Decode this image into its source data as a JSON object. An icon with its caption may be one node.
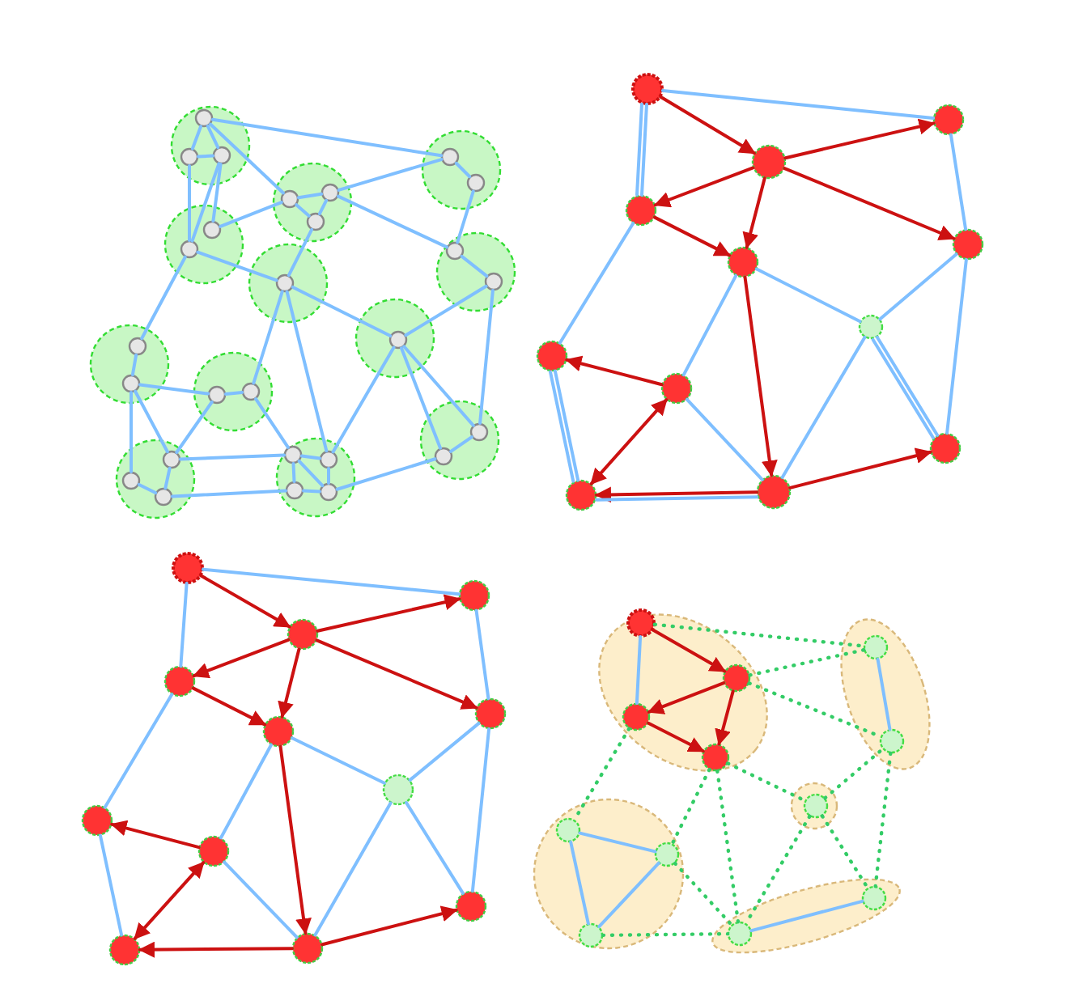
{
  "diagram": {
    "nodes": [
      {
        "text": [],
        "shape": "circle"
      },
      {
        "text": [],
        "shape": "circle",
        "in": 0
      },
      {
        "text": [],
        "shape": "circle",
        "in": 0
      },
      {
        "text": [],
        "shape": "circle",
        "in": 0
      },
      {
        "text": [],
        "shape": "circle"
      },
      {
        "text": [],
        "shape": "circle",
        "in": 4
      },
      {
        "text": [],
        "shape": "circle",
        "in": 4
      },
      {
        "text": [],
        "shape": "circle",
        "in": 4
      },
      {
        "text": [],
        "shape": "circle"
      },
      {
        "text": [],
        "shape": "circle",
        "in": 8
      },
      {
        "text": [],
        "shape": "circle",
        "in": 8
      },
      {
        "text": [],
        "shape": "circle"
      },
      {
        "text": [],
        "shape": "circle",
        "in": 11
      },
      {
        "text": [],
        "shape": "circle",
        "in": 11
      },
      {
        "text": [],
        "shape": "circle"
      },
      {
        "text": [],
        "shape": "circle",
        "in": 14
      },
      {
        "text": [],
        "shape": "circle"
      },
      {
        "text": [],
        "shape": "circle",
        "in": 16
      },
      {
        "text": [],
        "shape": "circle",
        "in": 16
      },
      {
        "text": [],
        "shape": "circle"
      },
      {
        "text": [],
        "shape": "circle",
        "in": 19
      },
      {
        "text": [],
        "shape": "circle",
        "in": 19
      },
      {
        "text": [],
        "shape": "circle"
      },
      {
        "text": [],
        "shape": "circle",
        "in": 22
      },
      {
        "text": [],
        "shape": "circle",
        "in": 22
      },
      {
        "text": [],
        "shape": "circle"
      },
      {
        "text": [],
        "shape": "circle",
        "in": 25
      },
      {
        "text": [],
        "shape": "circle"
      },
      {
        "text": [],
        "shape": "circle",
        "in": 27
      },
      {
        "text": [],
        "shape": "circle",
        "in": 27
      },
      {
        "text": [],
        "shape": "circle",
        "in": 27
      },
      {
        "text": [],
        "shape": "circle"
      },
      {
        "text": [],
        "shape": "circle",
        "in": 31
      },
      {
        "text": [],
        "shape": "circle",
        "in": 31
      },
      {
        "text": [],
        "shape": "circle",
        "in": 31
      },
      {
        "text": [],
        "shape": "circle",
        "in": 31
      },
      {
        "text": [],
        "shape": "circle"
      },
      {
        "text": [],
        "shape": "circle",
        "in": 36
      },
      {
        "text": [],
        "shape": "circle",
        "in": 36
      },
      {
        "text": [],
        "shape": "circle"
      },
      {
        "text": [],
        "shape": "circle"
      },
      {
        "text": [],
        "shape": "circle"
      },
      {
        "text": [],
        "shape": "circle"
      },
      {
        "text": [],
        "shape": "circle"
      },
      {
        "text": [],
        "shape": "circle"
      },
      {
        "text": [],
        "shape": "circle"
      },
      {
        "text": [],
        "shape": "circle"
      },
      {
        "text": [],
        "shape": "circle"
      },
      {
        "text": [],
        "shape": "circle"
      },
      {
        "text": [],
        "shape": "circle"
      },
      {
        "text": [],
        "shape": "circle"
      },
      {
        "text": [],
        "shape": "circle"
      },
      {
        "text": [],
        "shape": "circle"
      },
      {
        "text": [],
        "shape": "circle"
      },
      {
        "text": [],
        "shape": "circle"
      },
      {
        "text": [],
        "shape": "circle"
      },
      {
        "text": [],
        "shape": "circle"
      },
      {
        "text": [],
        "shape": "circle"
      },
      {
        "text": [],
        "shape": "circle"
      },
      {
        "text": [],
        "shape": "circle"
      },
      {
        "text": [],
        "shape": "circle"
      },
      {
        "text": [],
        "shape": "circle"
      },
      {
        "text": [],
        "shape": "circle"
      },
      {
        "text": [],
        "shape": "ellipse"
      },
      {
        "text": [],
        "shape": "circle",
        "in": 63
      },
      {
        "text": [],
        "shape": "circle",
        "in": 63
      },
      {
        "text": [],
        "shape": "circle",
        "in": 63
      },
      {
        "text": [],
        "shape": "circle",
        "in": 63
      },
      {
        "text": [],
        "shape": "ellipse"
      },
      {
        "text": [],
        "shape": "circle",
        "in": 68
      },
      {
        "text": [],
        "shape": "circle",
        "in": 68
      },
      {
        "text": [],
        "shape": "circle"
      },
      {
        "text": [],
        "shape": "circle",
        "in": 71
      },
      {
        "text": [],
        "shape": "circle"
      },
      {
        "text": [],
        "shape": "circle",
        "in": 73
      },
      {
        "text": [],
        "shape": "circle",
        "in": 73
      },
      {
        "text": [],
        "shape": "circle",
        "in": 73
      },
      {
        "text": [],
        "shape": "ellipse"
      },
      {
        "text": [],
        "shape": "circle",
        "in": 77
      },
      {
        "text": [],
        "shape": "circle",
        "in": 77
      }
    ],
    "edges": [
      {
        "from": 1,
        "to": 9,
        "arrow": "none"
      },
      {
        "from": 1,
        "to": 2,
        "arrow": "none"
      },
      {
        "from": 1,
        "to": 3,
        "arrow": "none"
      },
      {
        "from": 2,
        "to": 3,
        "arrow": "none"
      },
      {
        "from": 2,
        "to": 13,
        "arrow": "none"
      },
      {
        "from": 3,
        "to": 13,
        "arrow": "none"
      },
      {
        "from": 3,
        "to": 12,
        "arrow": "none"
      },
      {
        "from": 1,
        "to": 5,
        "arrow": "none"
      },
      {
        "from": 5,
        "to": 6,
        "arrow": "none"
      },
      {
        "from": 5,
        "to": 7,
        "arrow": "none"
      },
      {
        "from": 6,
        "to": 7,
        "arrow": "none"
      },
      {
        "from": 5,
        "to": 12,
        "arrow": "none"
      },
      {
        "from": 6,
        "to": 9,
        "arrow": "none"
      },
      {
        "from": 6,
        "to": 17,
        "arrow": "none"
      },
      {
        "from": 9,
        "to": 10,
        "arrow": "none"
      },
      {
        "from": 10,
        "to": 17,
        "arrow": "none"
      },
      {
        "from": 17,
        "to": 18,
        "arrow": "none"
      },
      {
        "from": 13,
        "to": 15,
        "arrow": "none"
      },
      {
        "from": 7,
        "to": 15,
        "arrow": "none"
      },
      {
        "from": 13,
        "to": 20,
        "arrow": "none"
      },
      {
        "from": 15,
        "to": 26,
        "arrow": "none"
      },
      {
        "from": 15,
        "to": 24,
        "arrow": "none"
      },
      {
        "from": 15,
        "to": 33,
        "arrow": "none"
      },
      {
        "from": 26,
        "to": 18,
        "arrow": "none"
      },
      {
        "from": 26,
        "to": 33,
        "arrow": "none"
      },
      {
        "from": 26,
        "to": 38,
        "arrow": "none"
      },
      {
        "from": 26,
        "to": 37,
        "arrow": "none"
      },
      {
        "from": 18,
        "to": 37,
        "arrow": "none"
      },
      {
        "from": 20,
        "to": 21,
        "arrow": "none"
      },
      {
        "from": 21,
        "to": 23,
        "arrow": "none"
      },
      {
        "from": 21,
        "to": 28,
        "arrow": "none"
      },
      {
        "from": 21,
        "to": 30,
        "arrow": "none"
      },
      {
        "from": 23,
        "to": 24,
        "arrow": "none"
      },
      {
        "from": 23,
        "to": 30,
        "arrow": "none"
      },
      {
        "from": 24,
        "to": 32,
        "arrow": "none"
      },
      {
        "from": 30,
        "to": 32,
        "arrow": "none"
      },
      {
        "from": 28,
        "to": 29,
        "arrow": "none"
      },
      {
        "from": 29,
        "to": 30,
        "arrow": "none"
      },
      {
        "from": 29,
        "to": 34,
        "arrow": "none"
      },
      {
        "from": 32,
        "to": 33,
        "arrow": "none"
      },
      {
        "from": 32,
        "to": 34,
        "arrow": "none"
      },
      {
        "from": 32,
        "to": 35,
        "arrow": "none"
      },
      {
        "from": 33,
        "to": 35,
        "arrow": "none"
      },
      {
        "from": 34,
        "to": 35,
        "arrow": "none"
      },
      {
        "from": 35,
        "to": 38,
        "arrow": "none"
      },
      {
        "from": 38,
        "to": 37,
        "arrow": "none"
      },
      {
        "from": 39,
        "to": 41,
        "arrow": "none"
      },
      {
        "from": 39,
        "to": 40,
        "arrow": "to",
        "color": "#cc1111"
      },
      {
        "from": 39,
        "to": 42,
        "arrow": "none"
      },
      {
        "from": 39,
        "to": 42,
        "arrow": "none"
      },
      {
        "from": 40,
        "to": 41,
        "arrow": "to",
        "color": "#cc1111"
      },
      {
        "from": 40,
        "to": 42,
        "arrow": "to",
        "color": "#cc1111"
      },
      {
        "from": 40,
        "to": 44,
        "arrow": "to",
        "color": "#cc1111"
      },
      {
        "from": 42,
        "to": 43,
        "arrow": "to",
        "color": "#cc1111"
      },
      {
        "from": 40,
        "to": 43,
        "arrow": "to",
        "color": "#cc1111"
      },
      {
        "from": 41,
        "to": 44,
        "arrow": "none"
      },
      {
        "from": 42,
        "to": 46,
        "arrow": "none"
      },
      {
        "from": 43,
        "to": 45,
        "arrow": "none"
      },
      {
        "from": 43,
        "to": 47,
        "arrow": "none"
      },
      {
        "from": 43,
        "to": 50,
        "arrow": "to",
        "color": "#cc1111"
      },
      {
        "from": 44,
        "to": 45,
        "arrow": "none"
      },
      {
        "from": 44,
        "to": 48,
        "arrow": "none"
      },
      {
        "from": 45,
        "to": 50,
        "arrow": "none"
      },
      {
        "from": 45,
        "to": 48,
        "arrow": "none"
      },
      {
        "from": 45,
        "to": 48,
        "arrow": "none"
      },
      {
        "from": 47,
        "to": 46,
        "arrow": "to",
        "color": "#cc1111"
      },
      {
        "from": 47,
        "to": 49,
        "arrow": "both",
        "color": "#cc1111"
      },
      {
        "from": 47,
        "to": 50,
        "arrow": "none"
      },
      {
        "from": 46,
        "to": 49,
        "arrow": "none"
      },
      {
        "from": 46,
        "to": 49,
        "arrow": "none"
      },
      {
        "from": 50,
        "to": 49,
        "arrow": "to",
        "color": "#cc1111"
      },
      {
        "from": 50,
        "to": 48,
        "arrow": "to",
        "color": "#cc1111"
      },
      {
        "from": 49,
        "to": 50,
        "arrow": "none"
      },
      {
        "from": 51,
        "to": 53,
        "arrow": "none"
      },
      {
        "from": 51,
        "to": 52,
        "arrow": "to",
        "color": "#cc1111"
      },
      {
        "from": 51,
        "to": 54,
        "arrow": "none"
      },
      {
        "from": 52,
        "to": 53,
        "arrow": "to",
        "color": "#cc1111"
      },
      {
        "from": 52,
        "to": 54,
        "arrow": "to",
        "color": "#cc1111"
      },
      {
        "from": 52,
        "to": 56,
        "arrow": "to",
        "color": "#cc1111"
      },
      {
        "from": 54,
        "to": 55,
        "arrow": "to",
        "color": "#cc1111"
      },
      {
        "from": 52,
        "to": 55,
        "arrow": "to",
        "color": "#cc1111"
      },
      {
        "from": 53,
        "to": 56,
        "arrow": "none"
      },
      {
        "from": 54,
        "to": 58,
        "arrow": "none"
      },
      {
        "from": 55,
        "to": 57,
        "arrow": "none"
      },
      {
        "from": 55,
        "to": 59,
        "arrow": "none"
      },
      {
        "from": 55,
        "to": 62,
        "arrow": "to",
        "color": "#cc1111"
      },
      {
        "from": 56,
        "to": 57,
        "arrow": "none"
      },
      {
        "from": 56,
        "to": 60,
        "arrow": "none"
      },
      {
        "from": 57,
        "to": 62,
        "arrow": "none"
      },
      {
        "from": 57,
        "to": 60,
        "arrow": "none"
      },
      {
        "from": 59,
        "to": 58,
        "arrow": "to",
        "color": "#cc1111"
      },
      {
        "from": 59,
        "to": 61,
        "arrow": "both",
        "color": "#cc1111"
      },
      {
        "from": 59,
        "to": 62,
        "arrow": "none"
      },
      {
        "from": 58,
        "to": 61,
        "arrow": "none"
      },
      {
        "from": 62,
        "to": 61,
        "arrow": "to",
        "color": "#cc1111"
      },
      {
        "from": 62,
        "to": 60,
        "arrow": "to",
        "color": "#cc1111"
      },
      {
        "from": 64,
        "to": 65,
        "arrow": "to",
        "color": "#cc1111"
      },
      {
        "from": 64,
        "to": 66,
        "arrow": "none"
      },
      {
        "from": 65,
        "to": 66,
        "arrow": "to",
        "color": "#cc1111"
      },
      {
        "from": 66,
        "to": 67,
        "arrow": "to",
        "color": "#cc1111"
      },
      {
        "from": 65,
        "to": 67,
        "arrow": "to",
        "color": "#cc1111"
      },
      {
        "from": 69,
        "to": 70,
        "arrow": "none"
      },
      {
        "from": 74,
        "to": 75,
        "arrow": "none"
      },
      {
        "from": 74,
        "to": 76,
        "arrow": "none"
      },
      {
        "from": 75,
        "to": 76,
        "arrow": "none"
      },
      {
        "from": 78,
        "to": 79,
        "arrow": "none"
      },
      {
        "from": 64,
        "to": 69,
        "arrow": "none",
        "style": "dashed",
        "color": "#33cc66"
      },
      {
        "from": 65,
        "to": 69,
        "arrow": "none",
        "style": "dashed",
        "color": "#33cc66"
      },
      {
        "from": 65,
        "to": 70,
        "arrow": "none",
        "style": "dashed",
        "color": "#33cc66"
      },
      {
        "from": 66,
        "to": 74,
        "arrow": "none",
        "style": "dashed",
        "color": "#33cc66"
      },
      {
        "from": 67,
        "to": 75,
        "arrow": "none",
        "style": "dashed",
        "color": "#33cc66"
      },
      {
        "from": 67,
        "to": 78,
        "arrow": "none",
        "style": "dashed",
        "color": "#33cc66"
      },
      {
        "from": 67,
        "to": 72,
        "arrow": "none",
        "style": "dashed",
        "color": "#33cc66"
      },
      {
        "from": 72,
        "to": 70,
        "arrow": "none",
        "style": "dashed",
        "color": "#33cc66"
      },
      {
        "from": 72,
        "to": 78,
        "arrow": "none",
        "style": "dashed",
        "color": "#33cc66"
      },
      {
        "from": 72,
        "to": 79,
        "arrow": "none",
        "style": "dashed",
        "color": "#33cc66"
      },
      {
        "from": 70,
        "to": 79,
        "arrow": "none",
        "style": "dashed",
        "color": "#33cc66"
      },
      {
        "from": 75,
        "to": 78,
        "arrow": "none",
        "style": "dashed",
        "color": "#33cc66"
      },
      {
        "from": 76,
        "to": 78,
        "arrow": "none",
        "style": "dashed",
        "color": "#33cc66"
      }
    ]
  }
}
